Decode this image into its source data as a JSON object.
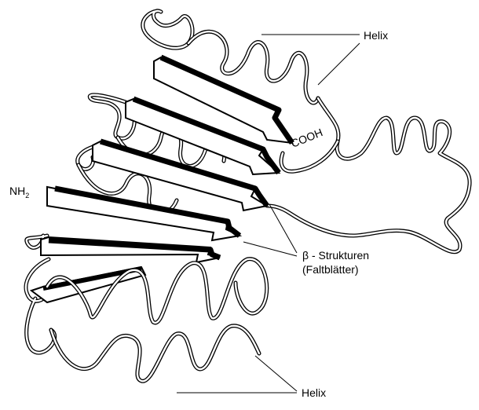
{
  "labels": {
    "helix_top": "Helix",
    "helix_bottom": "Helix",
    "cooh": "COOH",
    "nh2_main": "NH",
    "nh2_sub": "2",
    "beta_line1": "β - Strukturen",
    "beta_line2": "(Faltblätter)"
  },
  "colors": {
    "stroke": "#000000",
    "strand_fill": "#ffffff",
    "strand_edge": "#000000"
  },
  "icons": {
    "structure": "protein-ribbon-diagram"
  }
}
